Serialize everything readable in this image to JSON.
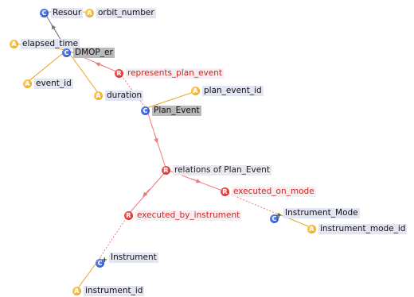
{
  "nodes": {
    "resource": {
      "label": "Resour",
      "kind": "class"
    },
    "orbit_number": {
      "label": "orbit_number",
      "kind": "attr"
    },
    "elapsed_time": {
      "label": "elapsed_time",
      "kind": "attr"
    },
    "dmop_er": {
      "label": "DMOP_er",
      "kind": "class"
    },
    "event_id": {
      "label": "event_id",
      "kind": "attr"
    },
    "represents_plan_event": {
      "label": "represents_plan_event",
      "kind": "rel"
    },
    "duration": {
      "label": "duration",
      "kind": "attr"
    },
    "plan_event_id": {
      "label": "plan_event_id",
      "kind": "attr"
    },
    "plan_event": {
      "label": "Plan_Event",
      "kind": "class"
    },
    "relations_of_plan_event": {
      "label": "relations of Plan_Event",
      "kind": "rel"
    },
    "executed_on_mode": {
      "label": "executed_on_mode",
      "kind": "rel"
    },
    "executed_by_instrument": {
      "label": "executed_by_instrument",
      "kind": "rel"
    },
    "instrument_mode": {
      "label": "Instrument_Mode",
      "kind": "class"
    },
    "instrument_mode_id": {
      "label": "instrument_mode_id",
      "kind": "attr"
    },
    "instrument": {
      "label": "Instrument",
      "kind": "class"
    },
    "instrument_id": {
      "label": "instrument_id",
      "kind": "attr"
    }
  },
  "icon_letters": {
    "class": "C",
    "attr": "A",
    "rel": "R"
  },
  "colors": {
    "class_icon": "#1d48c4",
    "attr_icon": "#e49a12",
    "rel_icon": "#cf1616",
    "attr_edge": "#e8a020",
    "rel_edge": "#f07878",
    "inherit_edge": "#777777",
    "rel_text": "#d12424"
  }
}
